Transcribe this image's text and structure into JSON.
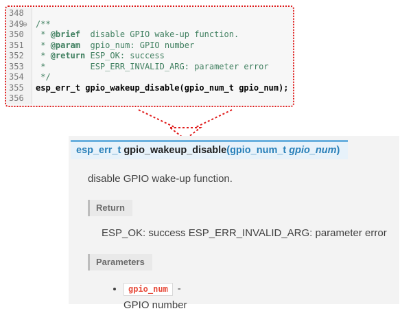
{
  "editor": {
    "lines": [
      {
        "num": "348",
        "fold": "",
        "parts": []
      },
      {
        "num": "349",
        "fold": "⊖",
        "parts": [
          {
            "t": "/**",
            "s": "comment"
          }
        ]
      },
      {
        "num": "350",
        "fold": "",
        "parts": [
          {
            "t": " * ",
            "s": "comment"
          },
          {
            "t": "@brief",
            "s": "tag"
          },
          {
            "t": "  disable GPIO wake-up function.",
            "s": "comment"
          }
        ]
      },
      {
        "num": "351",
        "fold": "",
        "parts": [
          {
            "t": " * ",
            "s": "comment"
          },
          {
            "t": "@param",
            "s": "tag"
          },
          {
            "t": "  gpio_num: GPIO number",
            "s": "comment"
          }
        ]
      },
      {
        "num": "352",
        "fold": "",
        "parts": [
          {
            "t": " * ",
            "s": "comment"
          },
          {
            "t": "@return",
            "s": "tag"
          },
          {
            "t": " ESP_OK: success",
            "s": "comment"
          }
        ]
      },
      {
        "num": "353",
        "fold": "",
        "parts": [
          {
            "t": " *         ESP_ERR_INVALID_ARG: parameter error",
            "s": "comment"
          }
        ]
      },
      {
        "num": "354",
        "fold": "",
        "parts": [
          {
            "t": " */",
            "s": "comment"
          }
        ]
      },
      {
        "num": "355",
        "fold": "",
        "parts": [
          {
            "t": "esp_err_t gpio_wakeup_disable(gpio_num_t gpio_num);",
            "s": "code"
          }
        ]
      },
      {
        "num": "356",
        "fold": "",
        "parts": []
      }
    ]
  },
  "doc": {
    "signature": {
      "return_type": "esp_err_t",
      "name": "gpio_wakeup_disable",
      "open_paren": "(",
      "param_type": "gpio_num_t",
      "param_name": "gpio_num",
      "close_paren": ")"
    },
    "description": "disable GPIO wake-up function.",
    "return_label": "Return",
    "return_text": "ESP_OK: success ESP_ERR_INVALID_ARG: parameter error",
    "parameters_label": "Parameters",
    "param": {
      "name": "gpio_num",
      "separator": "-",
      "description": "GPIO number"
    }
  },
  "colors": {
    "comment_green": "#3f7f5f",
    "dotted_red": "#e01b1b",
    "signature_bg": "#e7f2fa",
    "signature_top_border": "#6ab0de",
    "link_blue": "#2980b9",
    "param_code_red": "#e74c3c",
    "doc_panel_bg": "#f3f3f3",
    "field_label_bg": "#e9e9e9"
  }
}
